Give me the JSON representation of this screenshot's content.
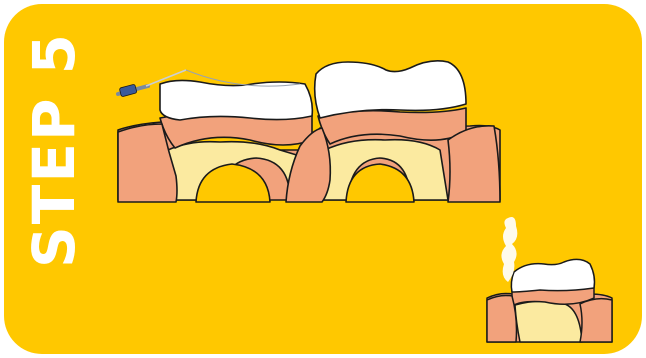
{
  "step_label": "STEP 5",
  "colors": {
    "background": "#FFC800",
    "gum": "#F2A27C",
    "bone": "#FBEAA0",
    "enamel": "#FFFFFF",
    "outline": "#1a1a1a"
  },
  "icons": [
    "dental-scaler-icon",
    "tooth-pair-illustration",
    "single-tooth-illustration",
    "steam-icon"
  ]
}
